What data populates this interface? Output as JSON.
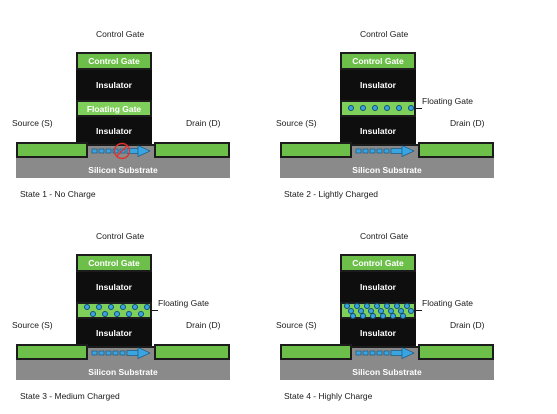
{
  "panels": [
    {
      "control_gate_label": "Control Gate",
      "control_gate_block": "Control Gate",
      "insulator_top": "Insulator",
      "floating_gate_text": "Floating Gate",
      "floating_gate_side": "",
      "insulator_bottom": "Insulator",
      "source": "Source (S)",
      "drain": "Drain (D)",
      "substrate": "Silicon Substrate",
      "caption": "State 1 - No Charge",
      "charge_level": 0
    },
    {
      "control_gate_label": "Control Gate",
      "control_gate_block": "Control Gate",
      "insulator_top": "Insulator",
      "floating_gate_text": "",
      "floating_gate_side": "Floating Gate",
      "insulator_bottom": "Insulator",
      "source": "Source (S)",
      "drain": "Drain (D)",
      "substrate": "Silicon Substrate",
      "caption": "State 2 - Lightly Charged",
      "charge_level": 1
    },
    {
      "control_gate_label": "Control Gate",
      "control_gate_block": "Control Gate",
      "insulator_top": "Insulator",
      "floating_gate_text": "",
      "floating_gate_side": "Floating Gate",
      "insulator_bottom": "Insulator",
      "source": "Source (S)",
      "drain": "Drain (D)",
      "substrate": "Silicon Substrate",
      "caption": "State 3 - Medium Charged",
      "charge_level": 2
    },
    {
      "control_gate_label": "Control Gate",
      "control_gate_block": "Control Gate",
      "insulator_top": "Insulator",
      "floating_gate_text": "",
      "floating_gate_side": "Floating Gate",
      "insulator_bottom": "Insulator",
      "source": "Source (S)",
      "drain": "Drain (D)",
      "substrate": "Silicon Substrate",
      "caption": "State 4 - Highly Charge",
      "charge_level": 3
    }
  ],
  "colors": {
    "gate_green": "#6cc04a",
    "insulator_black": "#0e0e0e",
    "substrate_gray": "#8a8a8a",
    "electron_blue": "#3aa4e0",
    "no_charge_marker_red": "#e03030"
  },
  "icons": {
    "channel_flow": "right-arrow-icon",
    "electron": "electron-dot-icon",
    "no_charge_marker": "crossed-circle-icon"
  }
}
